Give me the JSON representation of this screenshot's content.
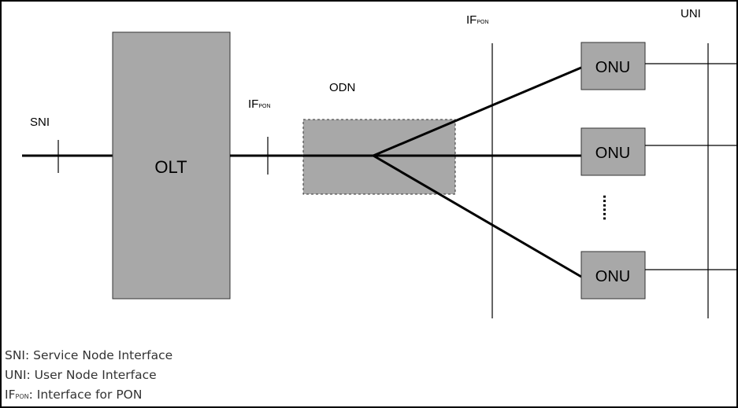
{
  "colors": {
    "box_fill": "#a8a8a8",
    "line": "#000000",
    "legend_text": "#333333"
  },
  "labels": {
    "sni": "SNI",
    "uni": "UNI",
    "if_main": "IF",
    "if_sub": "PON",
    "odn": "ODN"
  },
  "boxes": {
    "olt": "OLT",
    "onu": [
      "ONU",
      "ONU",
      "ONU"
    ],
    "ellipsis": "......"
  },
  "legend": {
    "sni_text": "SNI: Service Node Interface",
    "uni_text": "UNI: User Node Interface",
    "ifpon_main": "IF",
    "ifpon_sub": "PON",
    "ifpon_rest": ": Interface for PON"
  }
}
